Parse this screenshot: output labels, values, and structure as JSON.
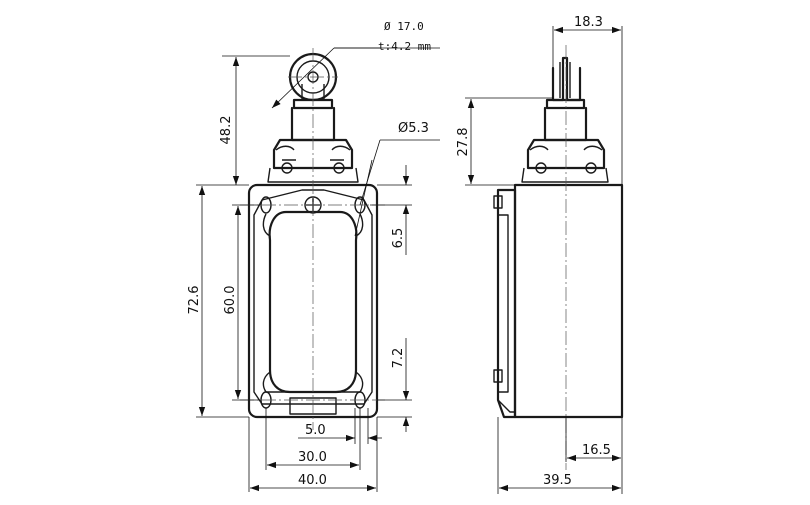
{
  "dimensions": {
    "roller_diameter": "Ø 17.0",
    "roller_thickness": "t:4.2 mm",
    "hole_diameter": "Ø5.3",
    "actuator_height": "48.2",
    "body_height": "72.6",
    "hole_spacing_vertical": "60.0",
    "top_hole_offset": "6.5",
    "bottom_hole_offset": "7.2",
    "slot_width": "5.0",
    "hole_spacing_horizontal": "30.0",
    "body_width": "40.0",
    "side_top_width": "18.3",
    "side_actuator_height": "27.8",
    "side_offset": "16.5",
    "side_depth": "39.5"
  }
}
